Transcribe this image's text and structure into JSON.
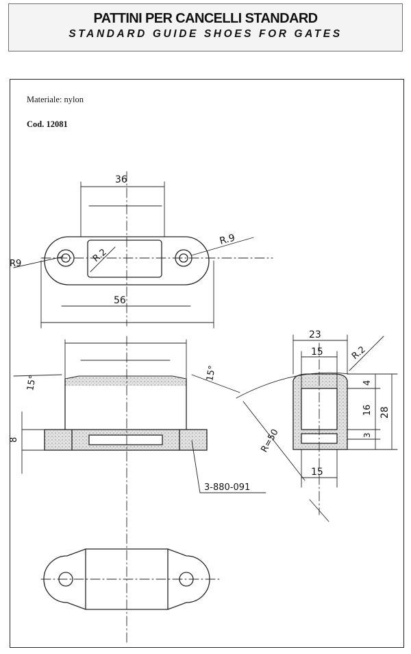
{
  "header": {
    "title": "PATTINI PER CANCELLI STANDARD",
    "subtitle": "STANDARD GUIDE SHOES FOR GATES"
  },
  "sheet": {
    "material": "Materiale: nylon",
    "code": "Cod. 12081"
  },
  "drawing": {
    "dim_top_width": "36",
    "dim_inner_radius": "R.2",
    "dim_hole_radius_right": "R.9",
    "dim_hole_radius_left": "R9",
    "dim_overall_length": "56",
    "dim_angle_left": "15°",
    "dim_angle_right": "15°",
    "dim_flange_height": "8",
    "part_reference": "3-880-091",
    "dim_side_width": "23",
    "dim_side_inner": "15",
    "dim_side_radius": "R.2",
    "dim_side_arc_radius": "R=50",
    "dim_side_top": "4",
    "dim_side_mid": "16",
    "dim_side_total": "28",
    "dim_side_bottom": "3",
    "dim_side_base": "15"
  }
}
